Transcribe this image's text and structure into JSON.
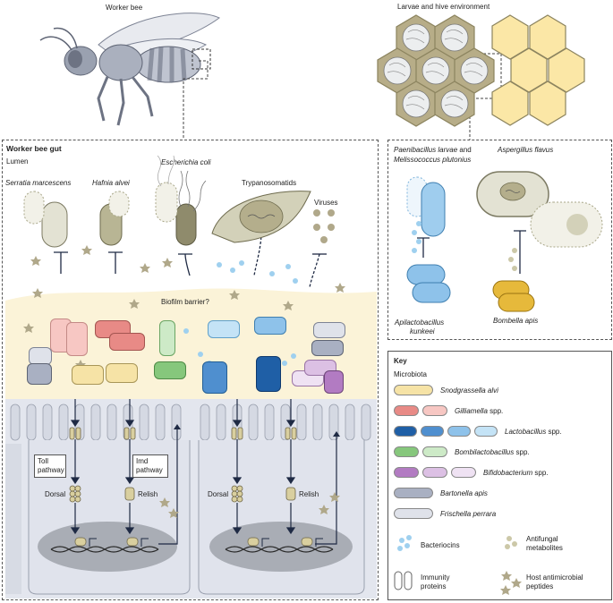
{
  "top": {
    "worker_bee": "Worker bee",
    "larvae": "Larvae and hive environment"
  },
  "gut": {
    "title": "Worker bee gut",
    "lumen": "Lumen",
    "serratia": "Serratia marcescens",
    "hafnia": "Hafnia alvei",
    "ecoli": "Escherichia coli",
    "trypanosomatids": "Trypanosomatids",
    "viruses": "Viruses",
    "biofilm": "Biofilm barrier?",
    "toll1": "Toll",
    "toll2": "pathway",
    "imd1": "Imd",
    "imd2": "pathway",
    "dorsal": "Dorsal",
    "relish": "Relish"
  },
  "hive": {
    "paeni1": "Paenibacillus larvae",
    "paeni_and": " and",
    "paeni2": "Melissococcus plutonius",
    "aspergillus": "Aspergillus flavus",
    "apila1": "Apilactobacillus",
    "apila2": "kunkeei",
    "bombella": "Bombella apis"
  },
  "key": {
    "title": "Key",
    "microbiota": "Microbiota",
    "items": [
      {
        "label": "Snodgrassella alvi",
        "suffix": "",
        "colors": [
          "#f6e3a6"
        ]
      },
      {
        "label": "Gilliamella",
        "suffix": " spp.",
        "colors": [
          "#e88a86",
          "#f7c7c3"
        ]
      },
      {
        "label": "Lactobacillus",
        "suffix": " spp.",
        "colors": [
          "#1f5fa6",
          "#4f8fcf",
          "#8ec2ea",
          "#c4e3f6"
        ]
      },
      {
        "label": "Bombilactobacillus",
        "suffix": " spp.",
        "colors": [
          "#86c77c",
          "#cdeac7"
        ]
      },
      {
        "label": "Bifidobacterium",
        "suffix": " spp.",
        "colors": [
          "#b27bc2",
          "#dcc0e4",
          "#efe2f3"
        ]
      },
      {
        "label": "Bartonella apis",
        "suffix": "",
        "colors": [
          "#a9b0c2"
        ]
      },
      {
        "label": "Frischella perrara",
        "suffix": "",
        "colors": [
          "#dfe2ea"
        ]
      }
    ],
    "bacteriocins": "Bacteriocins",
    "antifungal1": "Antifungal",
    "antifungal2": "metabolites",
    "immunity1": "Immunity",
    "immunity2": "proteins",
    "host1": "Host antimicrobial",
    "host2": "peptides"
  },
  "colors": {
    "lumen_yellow": "#fbf3d8",
    "cell": "#e3e6ee",
    "nucleus": "#a9adb5",
    "hex_olive": "#b7ad88",
    "hex_yellow": "#fbe7a6",
    "pathogen_olive": "#cfcdb4",
    "peptide": "#b0a88a"
  }
}
